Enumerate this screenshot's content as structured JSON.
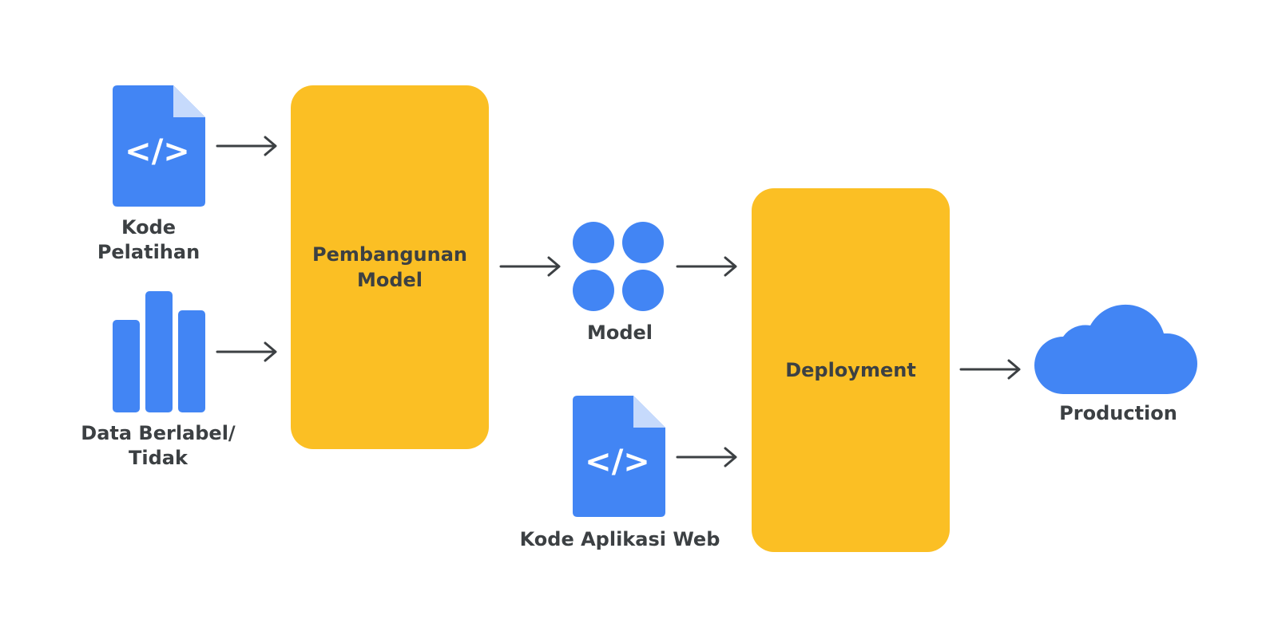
{
  "colors": {
    "box_fill": "#fbbf24",
    "icon_blue": "#4285f4",
    "icon_fold": "#c6dafc",
    "text": "#3c4043",
    "arrow": "#3c4043"
  },
  "nodes": {
    "training_code": {
      "label_line1": "Kode",
      "label_line2": "Pelatihan",
      "icon": "code-file-icon",
      "glyph": "</>"
    },
    "labeled_data": {
      "label_line1": "Data Berlabel/",
      "label_line2": "Tidak",
      "icon": "bar-chart-icon"
    },
    "model_building": {
      "label_line1": "Pembangunan",
      "label_line2": "Model"
    },
    "model": {
      "label": "Model",
      "icon": "model-dots-icon"
    },
    "web_app_code": {
      "label": "Kode Aplikasi Web",
      "icon": "code-file-icon",
      "glyph": "</>"
    },
    "deployment": {
      "label": "Deployment"
    },
    "production": {
      "label": "Production",
      "icon": "cloud-icon"
    }
  },
  "edges": [
    {
      "from": "Kode Pelatihan",
      "to": "Pembangunan Model"
    },
    {
      "from": "Data Berlabel/Tidak",
      "to": "Pembangunan Model"
    },
    {
      "from": "Pembangunan Model",
      "to": "Model"
    },
    {
      "from": "Model",
      "to": "Deployment"
    },
    {
      "from": "Kode Aplikasi Web",
      "to": "Deployment"
    },
    {
      "from": "Deployment",
      "to": "Production"
    }
  ]
}
